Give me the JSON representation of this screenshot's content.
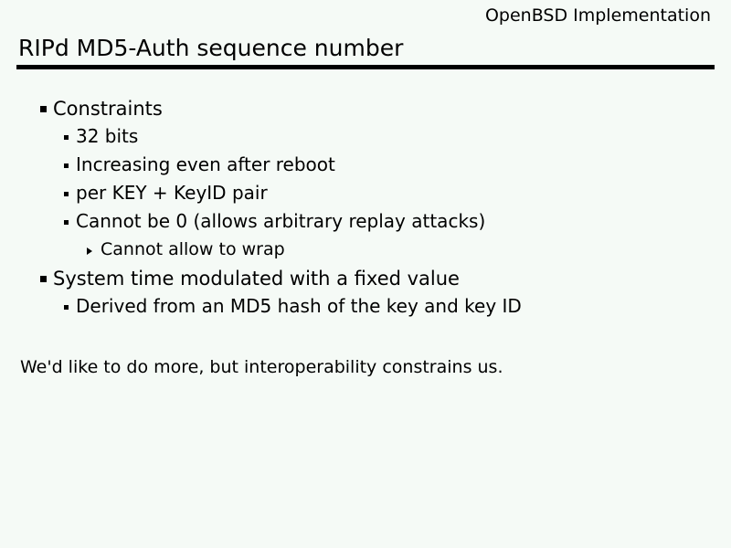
{
  "slide": {
    "background_color": "#f5faf6",
    "text_color": "#000000",
    "running_title": "OpenBSD Implementation",
    "title": "RIPd MD5-Auth sequence number",
    "rule_color": "#000000",
    "bullets": [
      {
        "level": 1,
        "marker": "square-bullet",
        "text": "Constraints"
      },
      {
        "level": 2,
        "marker": "small-square-bullet",
        "text": "32 bits"
      },
      {
        "level": 2,
        "marker": "small-square-bullet",
        "text": "Increasing even after reboot"
      },
      {
        "level": 2,
        "marker": "small-square-bullet",
        "text": "per KEY + KeyID pair"
      },
      {
        "level": 2,
        "marker": "small-square-bullet",
        "text": "Cannot be 0 (allows arbitrary replay attacks)"
      },
      {
        "level": 3,
        "marker": "triangle-bullet",
        "text": "Cannot allow to wrap"
      },
      {
        "level": 1,
        "marker": "square-bullet",
        "text": "System time modulated with a fixed value"
      },
      {
        "level": 2,
        "marker": "small-square-bullet",
        "text": "Derived from an MD5 hash of the key and key ID"
      }
    ],
    "closing_note": "We'd like to do more, but interoperability constrains us."
  }
}
